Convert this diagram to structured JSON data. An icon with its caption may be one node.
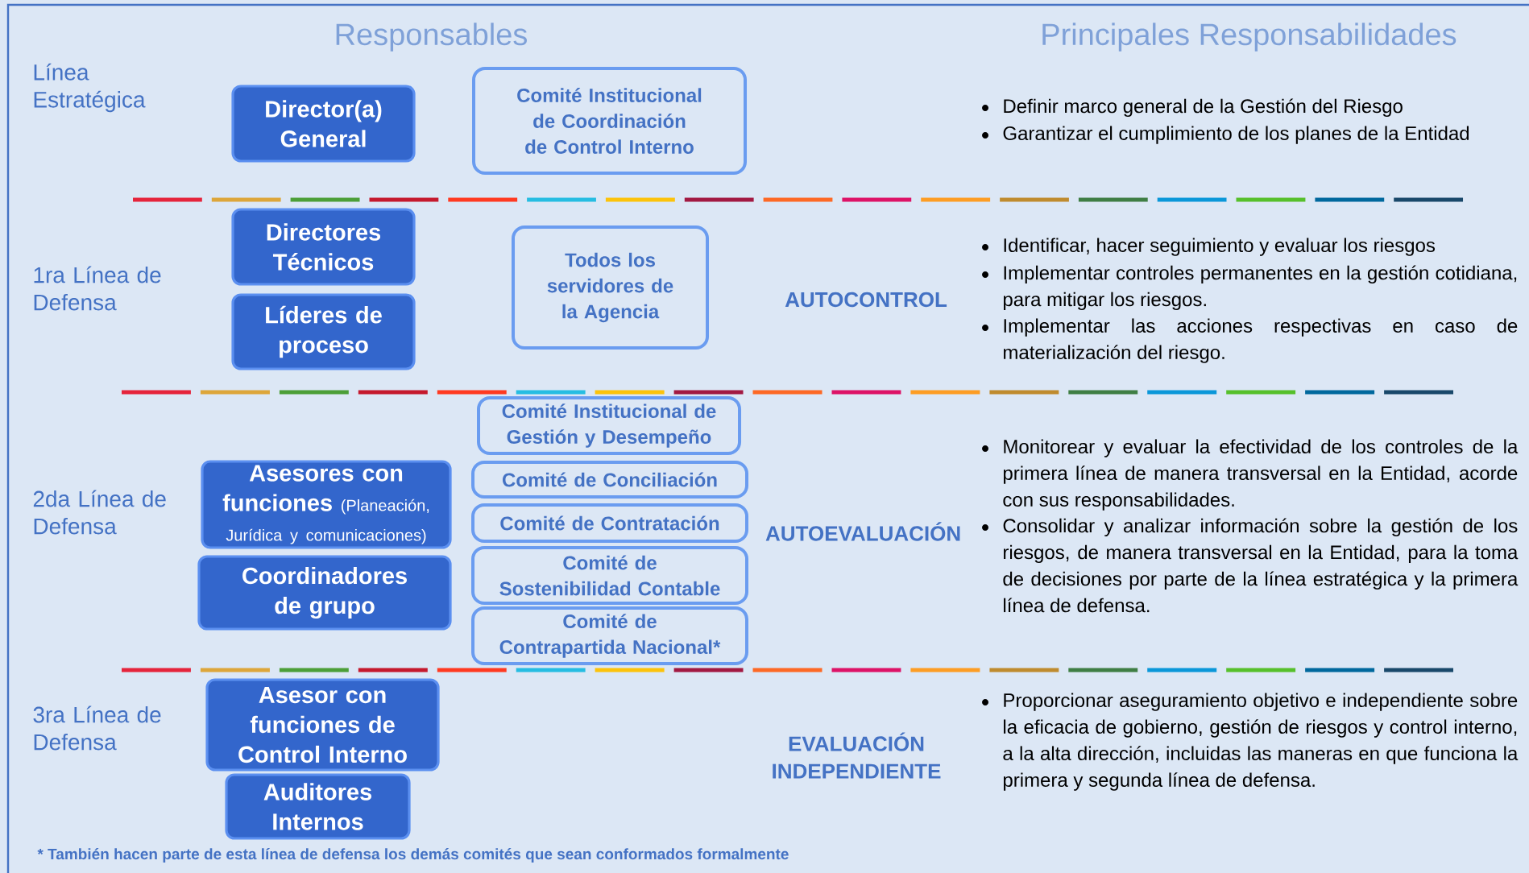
{
  "diagram": {
    "nodes": [
      {
        "text": [
          "Director(a) General"
        ]
      },
      {
        "text": [
          "Comité Institucional de Coordinación de Control Interno"
        ]
      },
      {
        "text": [
          "Directores Técnicos"
        ]
      },
      {
        "text": [
          "Líderes de proceso"
        ]
      },
      {
        "text": [
          "Todos los servidores de la Agencia"
        ]
      },
      {
        "text": [
          "Comité Institucional de Gestión y Desempeño"
        ]
      },
      {
        "text": [
          "Asesores con funciones",
          "(Planeación, Jurídica y comunicaciones)"
        ]
      },
      {
        "text": [
          "Coordinadores de grupo"
        ]
      },
      {
        "text": [
          "Comité de Conciliación"
        ]
      },
      {
        "text": [
          "Comité de Contratación"
        ]
      },
      {
        "text": [
          "Comité de Sostenibilidad Contable"
        ]
      },
      {
        "text": [
          "Comité de Contrapartida Nacional*"
        ]
      },
      {
        "text": [
          "Asesor con funciones de Control Interno"
        ]
      },
      {
        "text": [
          "Auditores Internos"
        ]
      }
    ],
    "labels": [
      "Responsables",
      "Principales Responsabilidades",
      "Línea Estratégica",
      "Definir marco general de la Gestión del Riesgo",
      "Garantizar el cumplimiento de los planes de la Entidad",
      "1ra Línea de Defensa",
      "AUTOCONTROL",
      "Identificar, hacer seguimiento y evaluar los riesgos",
      "Implementar controles permanentes en la gestión cotidiana, para mitigar los riesgos.",
      "Implementar las acciones respectivas en caso de materialización del riesgo.",
      "2da Línea de Defensa",
      "AUTOEVALUACIÓN",
      "Monitorear y evaluar la efectividad de los controles de la primera línea de manera transversal en la Entidad, acorde con sus responsabilidades.",
      "Consolidar y analizar información sobre la gestión de los riesgos, de manera transversal en la Entidad, para la toma de decisiones por parte de la línea estratégica y la primera línea de defensa.",
      "3ra Línea de Defensa",
      "EVALUACIÓN INDEPENDIENTE",
      "Proporcionar aseguramiento objetivo e independiente sobre la eficacia de gobierno, gestión de riesgos y control interno, a la alta dirección, incluidas las maneras en que funciona la primera y segunda línea de defensa.",
      "* También hacen parte de esta línea de defensa los demás comités que sean conformados formalmente"
    ]
  }
}
